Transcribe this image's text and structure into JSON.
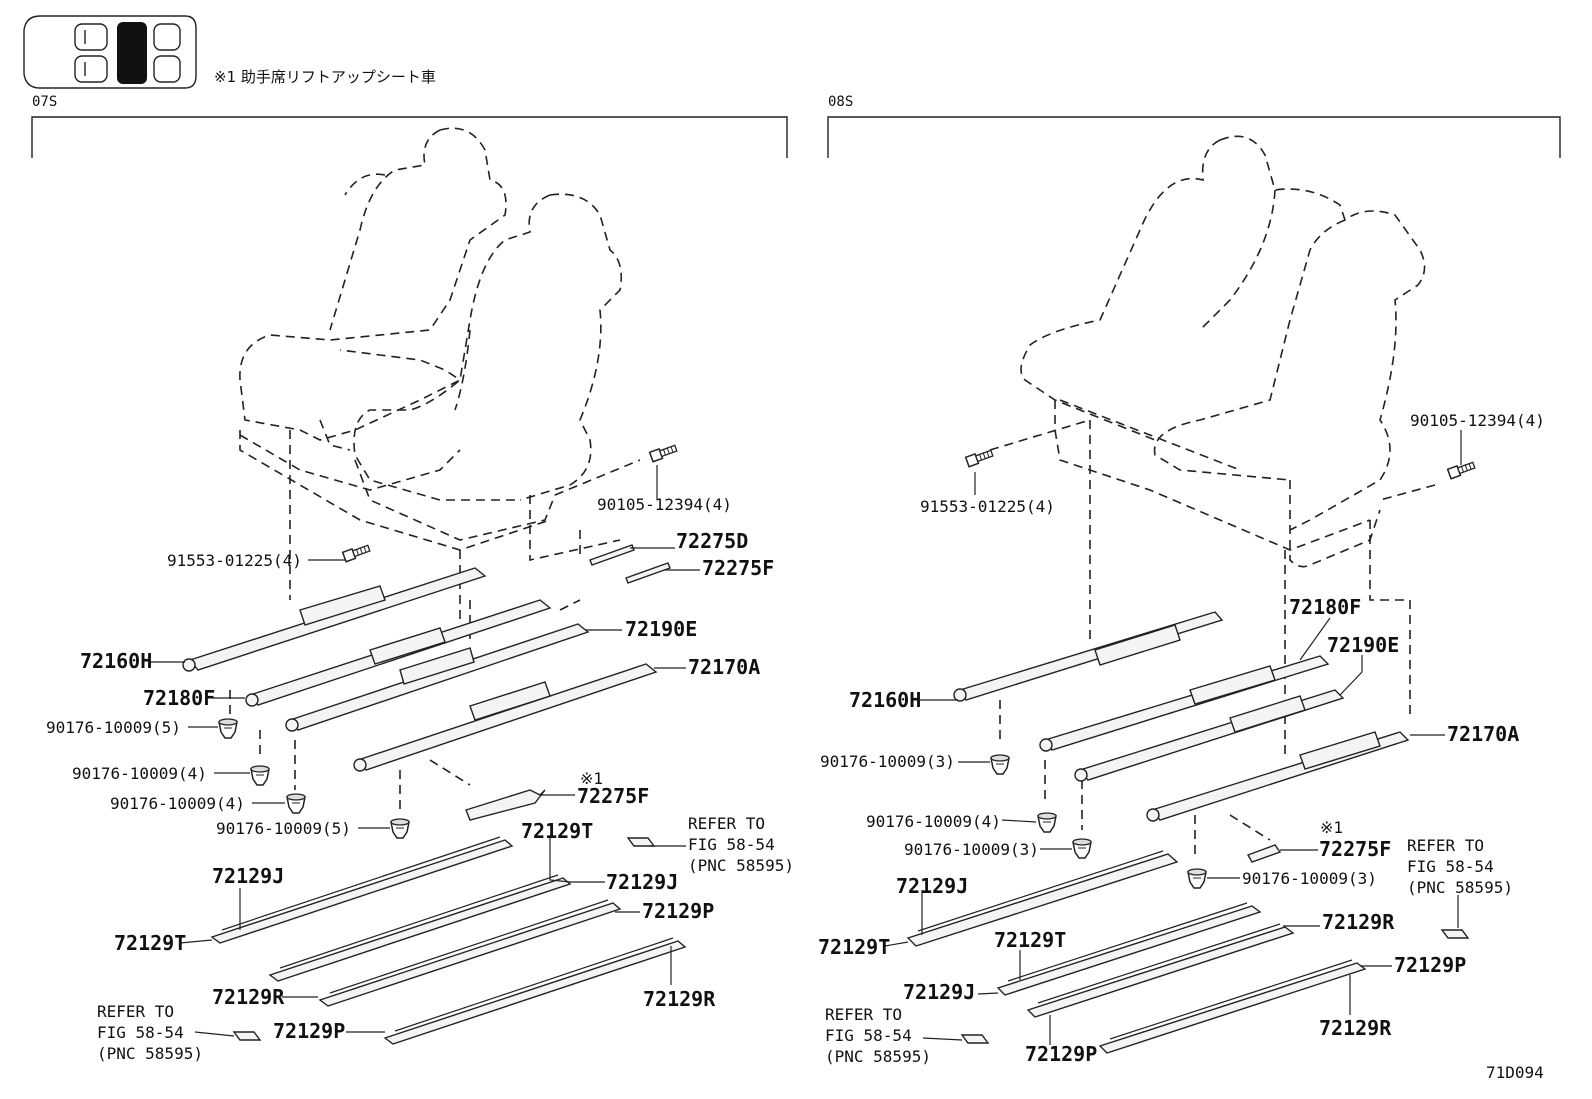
{
  "header": {
    "note": "※1 助手席リフトアップシート車",
    "section_left": "07S",
    "section_right": "08S",
    "figure_id": "71D094"
  },
  "left": {
    "p_90105": "90105-12394(4)",
    "p_72275D": "72275D",
    "p_72275F": "72275F",
    "p_91553": "91553-01225(4)",
    "p_72190E": "72190E",
    "p_72160H": "72160H",
    "p_72170A": "72170A",
    "p_72180F": "72180F",
    "p_90176_a": "90176-10009(5)",
    "p_90176_b": "90176-10009(4)",
    "p_90176_c": "90176-10009(4)",
    "p_90176_d": "90176-10009(5)",
    "mark_1": "※1",
    "p_72275F_opt": "72275F",
    "p_72129T_top": "72129T",
    "p_72129J_left": "72129J",
    "p_72129J_right": "72129J",
    "p_72129T_left": "72129T",
    "p_72129P_right": "72129P",
    "p_72129R_left": "72129R",
    "p_72129R_right": "72129R",
    "p_72129P_bottom": "72129P",
    "refer1": [
      "REFER TO",
      "FIG 58-54",
      "(PNC 58595)"
    ],
    "refer2": [
      "REFER TO",
      "FIG 58-54",
      "(PNC 58595)"
    ]
  },
  "right": {
    "p_90105": "90105-12394(4)",
    "p_91553": "91553-01225(4)",
    "p_72180F": "72180F",
    "p_72190E": "72190E",
    "p_72160H": "72160H",
    "p_72170A": "72170A",
    "p_90176_a": "90176-10009(3)",
    "p_90176_b": "90176-10009(4)",
    "p_90176_c": "90176-10009(3)",
    "p_90176_d": "90176-10009(3)",
    "mark_1": "※1",
    "p_72275F_opt": "72275F",
    "p_72129J_top": "72129J",
    "p_72129T_left": "72129T",
    "p_72129T_mid": "72129T",
    "p_72129J_mid": "72129J",
    "p_72129R_right": "72129R",
    "p_72129P_right": "72129P",
    "p_72129R_bottom": "72129R",
    "p_72129P_bottom": "72129P",
    "refer1": [
      "REFER TO",
      "FIG 58-54",
      "(PNC 58595)"
    ],
    "refer2": [
      "REFER TO",
      "FIG 58-54",
      "(PNC 58595)"
    ]
  }
}
